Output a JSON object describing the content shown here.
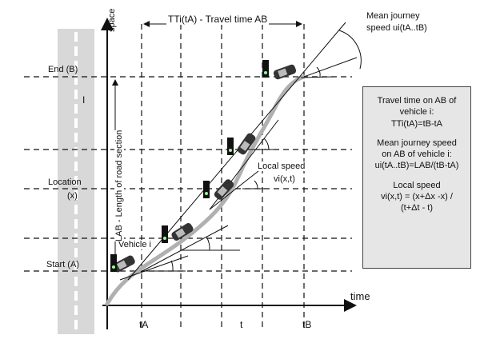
{
  "axes": {
    "y_label": "space",
    "x_label": "time"
  },
  "y_ticks": {
    "end": "End (B)",
    "location_1": "Location",
    "location_2": "(x)",
    "start": "Start (A)"
  },
  "x_ticks": {
    "ta": "tA",
    "t": "t",
    "tb": "tB"
  },
  "annotations": {
    "travel_time": "TTi(tA) - Travel time AB",
    "mean_speed_1": "Mean journey",
    "mean_speed_2": "speed ui(tA..tB)",
    "local_speed_1": "Local speed",
    "local_speed_2": "vi(x,t)",
    "vehicle": "Vehicle i",
    "road_length": "LAB - Length of road section",
    "cursor": "I"
  },
  "info_box": {
    "line1": "Travel time on AB of",
    "line2": "vehicle i:",
    "line3": "TTi(tA)=tB-tA",
    "line4": "Mean journey speed",
    "line5": "on AB of vehicle i:",
    "line6": "ui(tA..tB)=LAB/(tB-tA)",
    "line7": "Local speed",
    "line8": "vi(x,t) = (x+Δx -x) /",
    "line9": "(t+Δt - t)"
  },
  "colors": {
    "line": "#111111",
    "trajectory": "#b0b0b0",
    "road": "#d8d8d8",
    "info_bg": "#e6e6e6"
  },
  "icons": [
    "car-icon",
    "traffic-light-icon",
    "text-cursor-icon"
  ]
}
